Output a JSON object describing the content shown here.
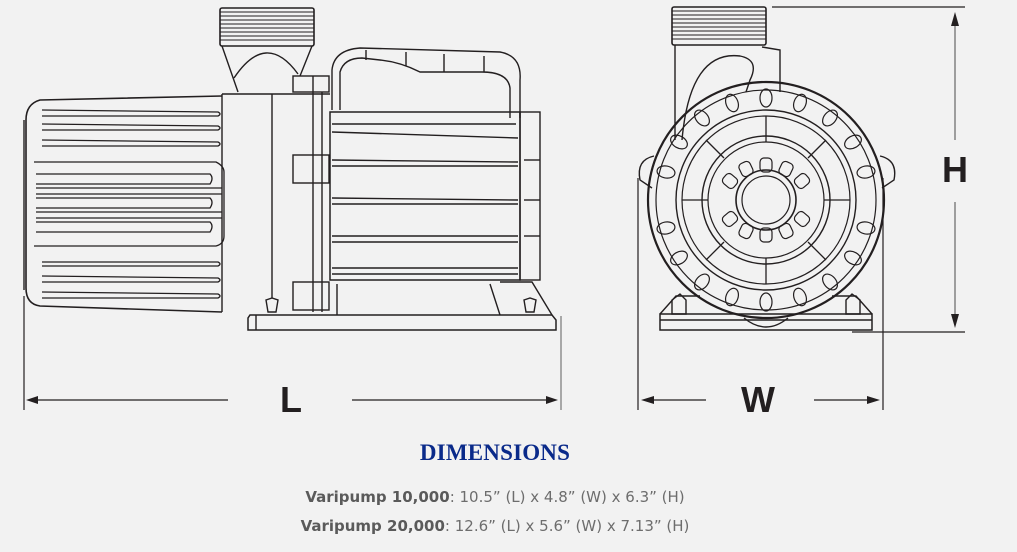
{
  "diagram": {
    "subject": "Varipump submersible pump side and front views with dimension callouts",
    "views": [
      {
        "name": "side-view",
        "dimension_label": "L"
      },
      {
        "name": "front-view",
        "dimension_labels": [
          "W",
          "H"
        ]
      }
    ],
    "colors": {
      "background": "#f2f2f2",
      "line": "#231f20",
      "title": "#0a2a8a",
      "spec_text": "#6d6d6d"
    }
  },
  "labels": {
    "length": "L",
    "width": "W",
    "height": "H"
  },
  "dimensions": {
    "title": "DIMENSIONS",
    "models": [
      {
        "name": "Varipump 10,000",
        "separator": ":",
        "spec": " 10.5” (L) x 4.8” (W) x 6.3” (H)"
      },
      {
        "name": "Varipump 20,000",
        "separator": ":",
        "spec": " 12.6” (L) x 5.6” (W) x 7.13” (H)"
      }
    ]
  }
}
